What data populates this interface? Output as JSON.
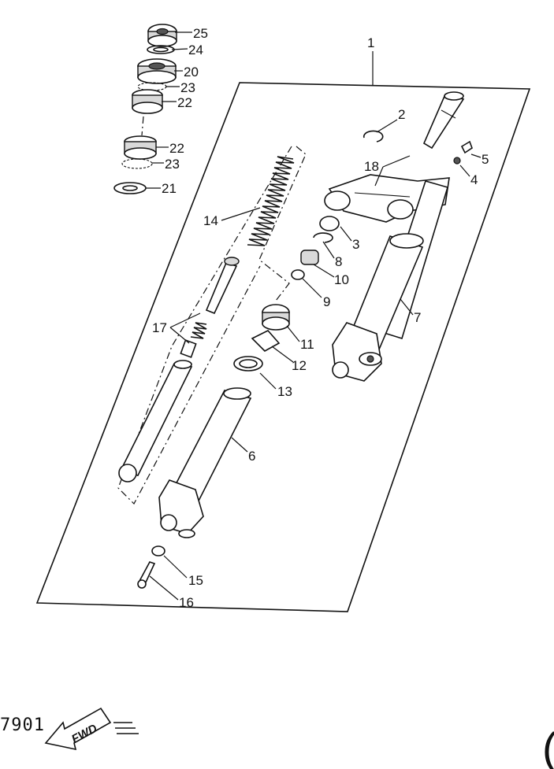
{
  "callouts": {
    "n1": "1",
    "n2": "2",
    "n3": "3",
    "n4": "4",
    "n5": "5",
    "n6": "6",
    "n7": "7",
    "n8": "8",
    "n9": "9",
    "n10": "10",
    "n11": "11",
    "n12": "12",
    "n13": "13",
    "n14": "14",
    "n15": "15",
    "n16": "16",
    "n17": "17",
    "n18": "18",
    "n20": "20",
    "n21": "21",
    "n22a": "22",
    "n22b": "22",
    "n23a": "23",
    "n23b": "23",
    "n24": "24",
    "n25": "25"
  },
  "footer": {
    "code": "7901",
    "direction_label": "FWD"
  },
  "corner_mark": "("
}
